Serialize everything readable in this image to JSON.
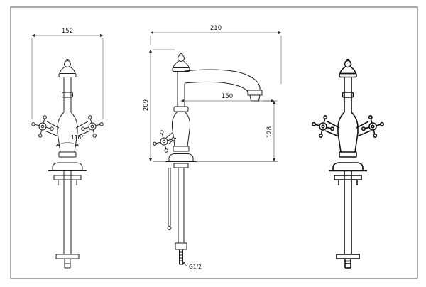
{
  "views": {
    "front_left": {
      "width_dim": "152",
      "handle_angle": "116°"
    },
    "side": {
      "overall_width": "210",
      "overall_height": "209",
      "spout_reach": "150",
      "spout_height": "128",
      "thread_size": "G1/2"
    }
  }
}
